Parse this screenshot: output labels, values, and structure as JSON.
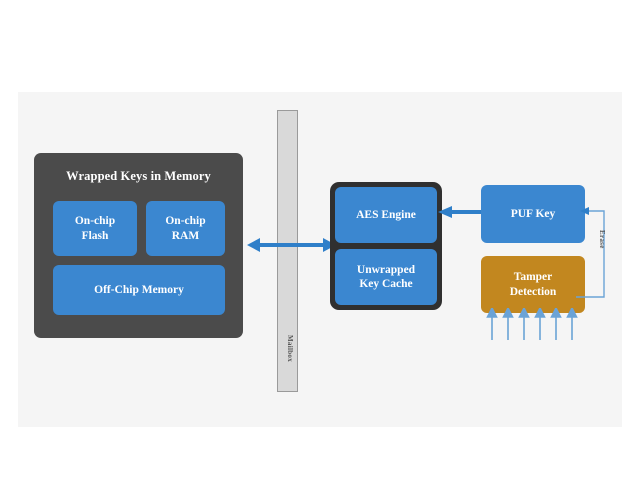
{
  "canvas": {
    "background": "#f5f5f5",
    "page_background": "#ffffff"
  },
  "colors": {
    "blue_box": "#3b87d0",
    "dark_container": "#4b4b4b",
    "crypto_container": "#303030",
    "orange_box": "#c2871f",
    "arrow_blue": "#2f7fc9",
    "light_arrow_blue": "#6ba3d6",
    "mailbox_fill": "#d9d9d9",
    "mailbox_border": "#9a9a9a",
    "label_text": "#555555",
    "box_text": "#ffffff"
  },
  "memory_group": {
    "title": "Wrapped Keys in Memory",
    "boxes": [
      {
        "label": "On-chip\nFlash",
        "line1": "On-chip",
        "line2": "Flash"
      },
      {
        "label": "On-chip\nRAM",
        "line1": "On-chip",
        "line2": "RAM"
      },
      {
        "label": "Off-Chip Memory",
        "line1": "Off-Chip Memory",
        "line2": ""
      }
    ]
  },
  "mailbox": {
    "label": "Mailbox"
  },
  "crypto_group": {
    "boxes": [
      {
        "line1": "AES Engine",
        "line2": ""
      },
      {
        "line1": "Unwrapped",
        "line2": "Key Cache"
      }
    ]
  },
  "puf_key": {
    "label": "PUF Key"
  },
  "tamper_detection": {
    "line1": "Tamper",
    "line2": "Detection",
    "input_arrow_count": 6
  },
  "connectors": {
    "memory_mailbox_arrow": "bidirectional-arrow",
    "puf_to_aes_arrow": "left-arrow",
    "erase_label": "Erase"
  }
}
